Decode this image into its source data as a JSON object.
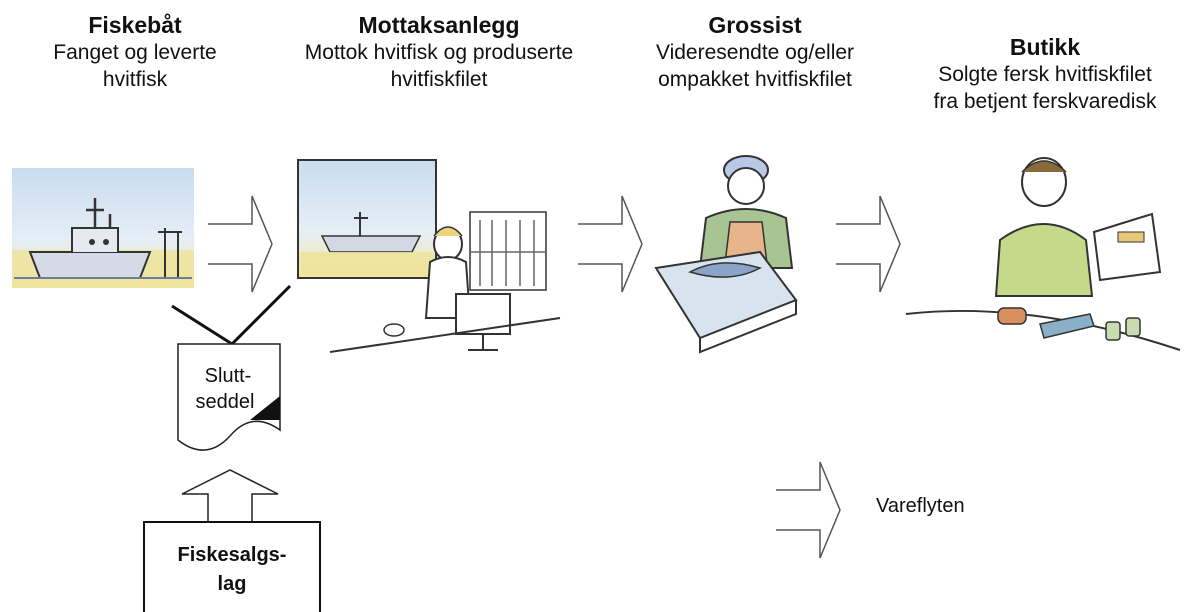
{
  "stages": [
    {
      "title": "Fiskebåt",
      "desc": [
        "Fanget og leverte",
        "hvitfisk"
      ]
    },
    {
      "title": "Mottaksanlegg",
      "desc": [
        "Mottok hvitfisk og produserte",
        "hvitfiskfilet"
      ]
    },
    {
      "title": "Grossist",
      "desc": [
        "Videresendte og/eller",
        "ompakket hvitfiskfilet"
      ]
    },
    {
      "title": "Butikk",
      "desc": [
        "Solgte fersk hvitfiskfilet",
        "fra betjent ferskvaredisk"
      ]
    }
  ],
  "document": {
    "line1": "Slutt-",
    "line2": "seddel"
  },
  "sales_org": {
    "line1": "Fiskesalgs-",
    "line2": "lag"
  },
  "legend": {
    "label": "Vareflyten"
  },
  "icons": [
    "fishing-boat-icon",
    "office-worker-icon",
    "fish-packer-icon",
    "cashier-icon",
    "document-icon"
  ]
}
